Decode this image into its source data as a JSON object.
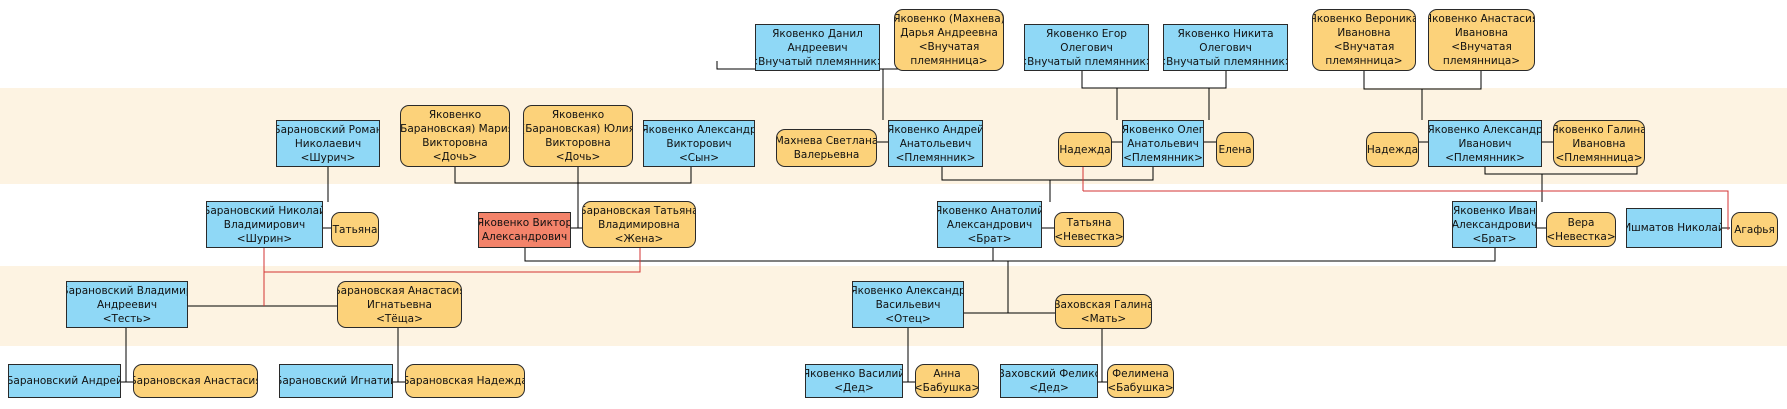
{
  "colors": {
    "male": "#8fd8f6",
    "female": "#fcd27a",
    "self": "#f3836a",
    "band": "#fdf3e2",
    "line_black": "#000000",
    "line_red": "#d33333"
  },
  "nodes": [
    {
      "id": "n1",
      "sex": "m",
      "lines": [
        "Яковенко Данил",
        "Андреевич",
        "<Внучатый племянник>"
      ]
    },
    {
      "id": "n2",
      "sex": "f",
      "lines": [
        "Яковенко (Махнева)",
        "Дарья Андреевна",
        "<Внучатая",
        "племянница>"
      ]
    },
    {
      "id": "n3",
      "sex": "m",
      "lines": [
        "Яковенко Егор",
        "Олегович",
        "<Внучатый племянник>"
      ]
    },
    {
      "id": "n4",
      "sex": "m",
      "lines": [
        "Яковенко Никита",
        "Олегович",
        "<Внучатый племянник>"
      ]
    },
    {
      "id": "n5",
      "sex": "f",
      "lines": [
        "Яковенко Вероника",
        "Ивановна",
        "<Внучатая",
        "племянница>"
      ]
    },
    {
      "id": "n6",
      "sex": "f",
      "lines": [
        "Яковенко Анастасия",
        "Ивановна",
        "<Внучатая",
        "племянница>"
      ]
    },
    {
      "id": "n7",
      "sex": "m",
      "lines": [
        "Барановский Роман",
        "Николаевич",
        "<Шурич>"
      ]
    },
    {
      "id": "n8",
      "sex": "f",
      "lines": [
        "Яковенко",
        "(Барановская) Мария",
        "Викторовна",
        "<Дочь>"
      ]
    },
    {
      "id": "n9",
      "sex": "f",
      "lines": [
        "Яковенко",
        "(Барановская) Юлия",
        "Викторовна",
        "<Дочь>"
      ]
    },
    {
      "id": "n10",
      "sex": "m",
      "lines": [
        "Яковенко Александр",
        "Викторович",
        "<Сын>"
      ]
    },
    {
      "id": "n11",
      "sex": "f",
      "lines": [
        "Махнева Светлана",
        "Валерьевна"
      ]
    },
    {
      "id": "n12",
      "sex": "m",
      "lines": [
        "Яковенко Андрей",
        "Анатольевич",
        "<Племянник>"
      ]
    },
    {
      "id": "n13",
      "sex": "f",
      "lines": [
        "Надежда"
      ]
    },
    {
      "id": "n14",
      "sex": "m",
      "lines": [
        "Яковенко Олег",
        "Анатольевич",
        "<Племянник>"
      ]
    },
    {
      "id": "n15",
      "sex": "f",
      "lines": [
        "Елена"
      ]
    },
    {
      "id": "n16",
      "sex": "f",
      "lines": [
        "Надежда"
      ]
    },
    {
      "id": "n17",
      "sex": "m",
      "lines": [
        "Яковенко Александр",
        "Иванович",
        "<Племянник>"
      ]
    },
    {
      "id": "n18",
      "sex": "f",
      "lines": [
        "Яковенко Галина",
        "Ивановна",
        "<Племянница>"
      ]
    },
    {
      "id": "n19",
      "sex": "m",
      "lines": [
        "Барановский Николай",
        "Владимирович",
        "<Шурин>"
      ]
    },
    {
      "id": "n20",
      "sex": "f",
      "lines": [
        "Татьяна"
      ]
    },
    {
      "id": "n21",
      "sex": "self",
      "lines": [
        "Яковенко Виктор",
        "Александрович"
      ]
    },
    {
      "id": "n22",
      "sex": "f",
      "lines": [
        "Барановская Татьяна",
        "Владимировна",
        "<Жена>"
      ]
    },
    {
      "id": "n23",
      "sex": "m",
      "lines": [
        "Яковенко Анатолий",
        "Александрович",
        "<Брат>"
      ]
    },
    {
      "id": "n24",
      "sex": "f",
      "lines": [
        "Татьяна",
        "<Невестка>"
      ]
    },
    {
      "id": "n25",
      "sex": "m",
      "lines": [
        "Яковенко Иван",
        "Александрович",
        "<Брат>"
      ]
    },
    {
      "id": "n26",
      "sex": "f",
      "lines": [
        "Вера",
        "<Невестка>"
      ]
    },
    {
      "id": "n27",
      "sex": "m",
      "lines": [
        "Ишматов Николай"
      ]
    },
    {
      "id": "n28",
      "sex": "f",
      "lines": [
        "Агафья"
      ]
    },
    {
      "id": "n29",
      "sex": "m",
      "lines": [
        "Барановский Владимир",
        "Андреевич",
        "<Тесть>"
      ]
    },
    {
      "id": "n30",
      "sex": "f",
      "lines": [
        "Барановская Анастасия",
        "Игнатьевна",
        "<Тёща>"
      ]
    },
    {
      "id": "n31",
      "sex": "m",
      "lines": [
        "Яковенко Александр",
        "Васильевич",
        "<Отец>"
      ]
    },
    {
      "id": "n32",
      "sex": "f",
      "lines": [
        "Ваховская Галина",
        "<Мать>"
      ]
    },
    {
      "id": "n33",
      "sex": "m",
      "lines": [
        "Барановский Андрей"
      ]
    },
    {
      "id": "n34",
      "sex": "f",
      "lines": [
        "Барановская Анастасия"
      ]
    },
    {
      "id": "n35",
      "sex": "m",
      "lines": [
        "Барановский Игнатий"
      ]
    },
    {
      "id": "n36",
      "sex": "f",
      "lines": [
        "Барановская Надежда"
      ]
    },
    {
      "id": "n37",
      "sex": "m",
      "lines": [
        "Яковенко Василий",
        "<Дед>"
      ]
    },
    {
      "id": "n38",
      "sex": "f",
      "lines": [
        "Анна",
        "<Бабушка>"
      ]
    },
    {
      "id": "n39",
      "sex": "m",
      "lines": [
        "Ваховский Феликс",
        "<Дед>"
      ]
    },
    {
      "id": "n40",
      "sex": "f",
      "lines": [
        "Фелимена",
        "<Бабушка>"
      ]
    }
  ]
}
